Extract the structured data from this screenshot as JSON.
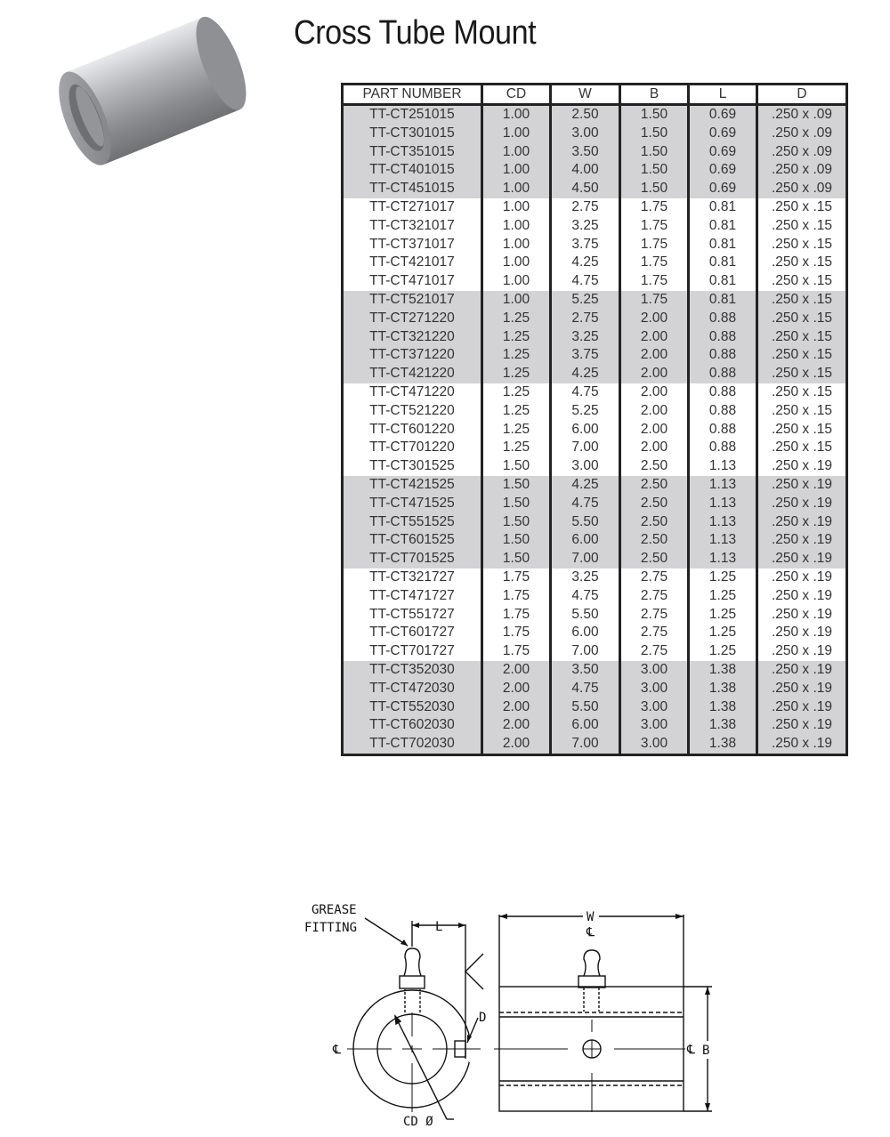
{
  "title": "Cross Tube Mount",
  "table": {
    "headers": [
      "PART NUMBER",
      "CD",
      "W",
      "B",
      "L",
      "D"
    ],
    "rows": [
      [
        "TT-CT251015",
        "1.00",
        "2.50",
        "1.50",
        "0.69",
        ".250 x .09"
      ],
      [
        "TT-CT301015",
        "1.00",
        "3.00",
        "1.50",
        "0.69",
        ".250 x .09"
      ],
      [
        "TT-CT351015",
        "1.00",
        "3.50",
        "1.50",
        "0.69",
        ".250 x .09"
      ],
      [
        "TT-CT401015",
        "1.00",
        "4.00",
        "1.50",
        "0.69",
        ".250 x .09"
      ],
      [
        "TT-CT451015",
        "1.00",
        "4.50",
        "1.50",
        "0.69",
        ".250 x .09"
      ],
      [
        "TT-CT271017",
        "1.00",
        "2.75",
        "1.75",
        "0.81",
        ".250 x .15"
      ],
      [
        "TT-CT321017",
        "1.00",
        "3.25",
        "1.75",
        "0.81",
        ".250 x .15"
      ],
      [
        "TT-CT371017",
        "1.00",
        "3.75",
        "1.75",
        "0.81",
        ".250 x .15"
      ],
      [
        "TT-CT421017",
        "1.00",
        "4.25",
        "1.75",
        "0.81",
        ".250 x .15"
      ],
      [
        "TT-CT471017",
        "1.00",
        "4.75",
        "1.75",
        "0.81",
        ".250 x .15"
      ],
      [
        "TT-CT521017",
        "1.00",
        "5.25",
        "1.75",
        "0.81",
        ".250 x .15"
      ],
      [
        "TT-CT271220",
        "1.25",
        "2.75",
        "2.00",
        "0.88",
        ".250 x .15"
      ],
      [
        "TT-CT321220",
        "1.25",
        "3.25",
        "2.00",
        "0.88",
        ".250 x .15"
      ],
      [
        "TT-CT371220",
        "1.25",
        "3.75",
        "2.00",
        "0.88",
        ".250 x .15"
      ],
      [
        "TT-CT421220",
        "1.25",
        "4.25",
        "2.00",
        "0.88",
        ".250 x .15"
      ],
      [
        "TT-CT471220",
        "1.25",
        "4.75",
        "2.00",
        "0.88",
        ".250 x .15"
      ],
      [
        "TT-CT521220",
        "1.25",
        "5.25",
        "2.00",
        "0.88",
        ".250 x .15"
      ],
      [
        "TT-CT601220",
        "1.25",
        "6.00",
        "2.00",
        "0.88",
        ".250 x .15"
      ],
      [
        "TT-CT701220",
        "1.25",
        "7.00",
        "2.00",
        "0.88",
        ".250 x .15"
      ],
      [
        "TT-CT301525",
        "1.50",
        "3.00",
        "2.50",
        "1.13",
        ".250 x .19"
      ],
      [
        "TT-CT421525",
        "1.50",
        "4.25",
        "2.50",
        "1.13",
        ".250 x .19"
      ],
      [
        "TT-CT471525",
        "1.50",
        "4.75",
        "2.50",
        "1.13",
        ".250 x .19"
      ],
      [
        "TT-CT551525",
        "1.50",
        "5.50",
        "2.50",
        "1.13",
        ".250 x .19"
      ],
      [
        "TT-CT601525",
        "1.50",
        "6.00",
        "2.50",
        "1.13",
        ".250 x .19"
      ],
      [
        "TT-CT701525",
        "1.50",
        "7.00",
        "2.50",
        "1.13",
        ".250 x .19"
      ],
      [
        "TT-CT321727",
        "1.75",
        "3.25",
        "2.75",
        "1.25",
        ".250 x .19"
      ],
      [
        "TT-CT471727",
        "1.75",
        "4.75",
        "2.75",
        "1.25",
        ".250 x .19"
      ],
      [
        "TT-CT551727",
        "1.75",
        "5.50",
        "2.75",
        "1.25",
        ".250 x .19"
      ],
      [
        "TT-CT601727",
        "1.75",
        "6.00",
        "2.75",
        "1.25",
        ".250 x .19"
      ],
      [
        "TT-CT701727",
        "1.75",
        "7.00",
        "2.75",
        "1.25",
        ".250 x .19"
      ],
      [
        "TT-CT352030",
        "2.00",
        "3.50",
        "3.00",
        "1.38",
        ".250 x .19"
      ],
      [
        "TT-CT472030",
        "2.00",
        "4.75",
        "3.00",
        "1.38",
        ".250 x .19"
      ],
      [
        "TT-CT552030",
        "2.00",
        "5.50",
        "3.00",
        "1.38",
        ".250 x .19"
      ],
      [
        "TT-CT602030",
        "2.00",
        "6.00",
        "3.00",
        "1.38",
        ".250 x .19"
      ],
      [
        "TT-CT702030",
        "2.00",
        "7.00",
        "3.00",
        "1.38",
        ".250 x .19"
      ]
    ]
  },
  "diagram": {
    "grease_label_1": "GREASE",
    "grease_label_2": "FITTING",
    "l_label": "L",
    "w_label": "W",
    "b_label": "B",
    "d_label": "D",
    "cd_label": "CD Ø",
    "centerline": "℄"
  },
  "colors": {
    "shade": "#d3d3d6",
    "border": "#222222"
  }
}
